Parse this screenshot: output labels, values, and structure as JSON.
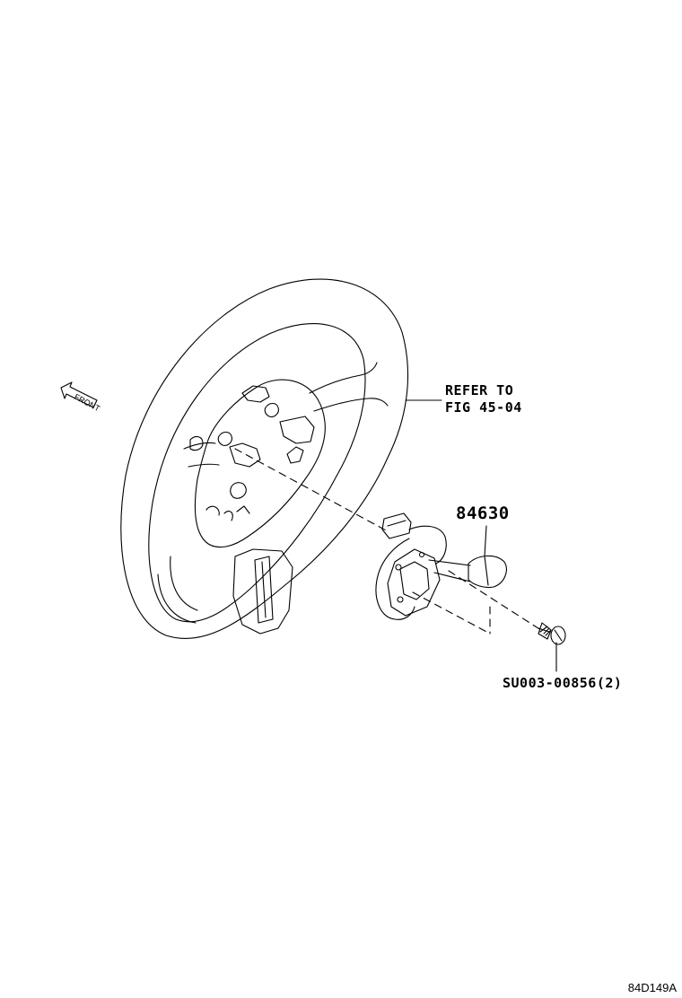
{
  "callouts": {
    "refer_line1": "REFER TO",
    "refer_line2": "FIG 45-04",
    "part_switch": "84630",
    "part_screw": "SU003-00856(2)"
  },
  "front_label": "FRONT",
  "drawing_code": "84D149A"
}
